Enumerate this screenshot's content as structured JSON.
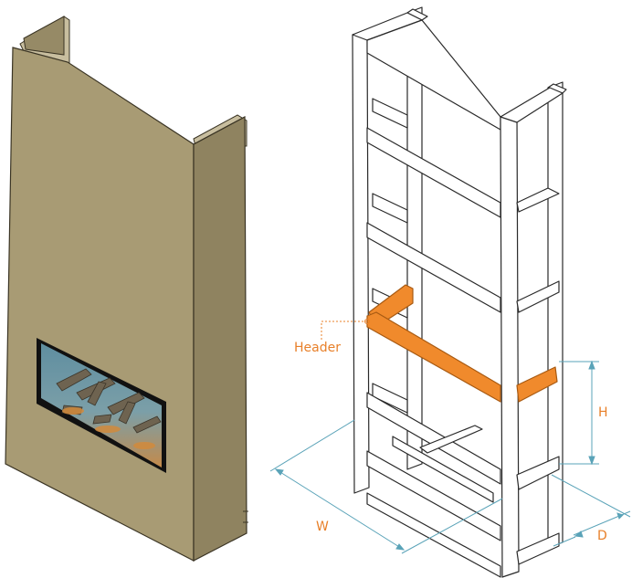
{
  "labels": {
    "header": "Header",
    "height": "H",
    "width": "W",
    "depth": "D"
  },
  "colors": {
    "enclosure_front": "#a79a74",
    "enclosure_side": "#c9bfa0",
    "enclosure_edge": "#3a3424",
    "frame_fill": "#ffffff",
    "frame_stroke": "#2a2a2a",
    "header_fill": "#f08a2c",
    "header_stroke": "#a85a12",
    "dimension_line": "#5aa3b8",
    "label_color": "#e8802a"
  }
}
